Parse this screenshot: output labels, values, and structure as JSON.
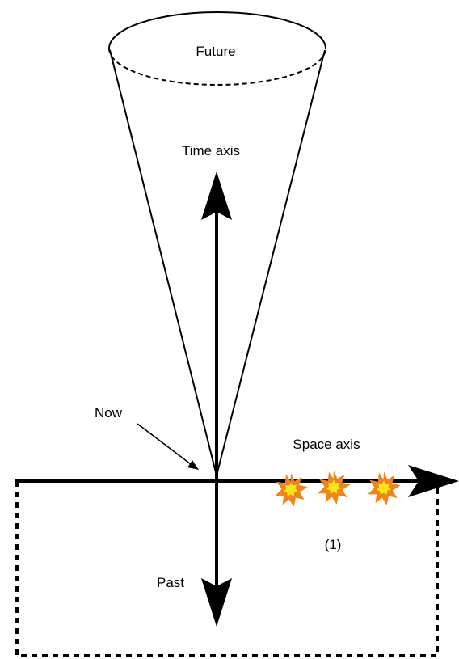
{
  "labels": {
    "future": "Future",
    "time_axis": "Time axis",
    "now": "Now",
    "space_axis": "Space axis",
    "past": "Past",
    "region_marker": "(1)"
  },
  "icons": {
    "events": "explosion-icon"
  },
  "colors": {
    "line": "#000000",
    "burst_outer": "#f0841c",
    "burst_inner": "#f8e51a",
    "background": "#ffffff"
  }
}
